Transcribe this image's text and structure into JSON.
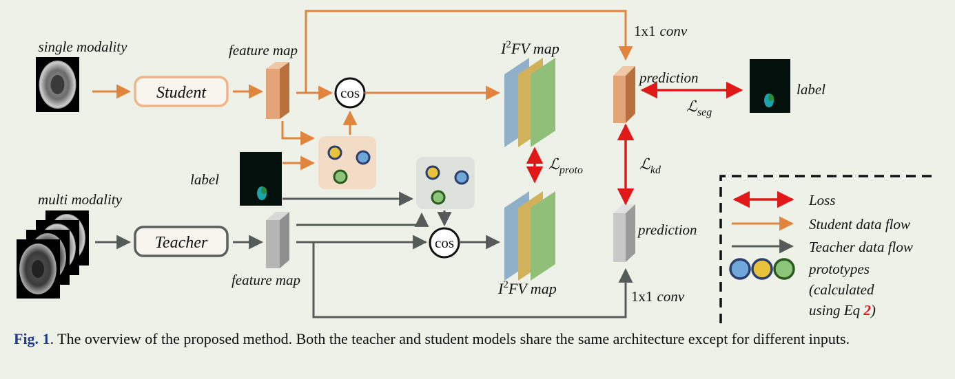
{
  "labels": {
    "single_modality": "single modality",
    "multi_modality": "multi modality",
    "student": "Student",
    "teacher": "Teacher",
    "feature_map_top": "feature map",
    "feature_map_bottom": "feature map",
    "label_middle": "label",
    "label_right": "label",
    "cos_top": "cos",
    "cos_bottom": "cos",
    "i2fv_top_i": "I",
    "i2fv_top_sup": "2",
    "i2fv_top_rest": "FV  map",
    "i2fv_bottom_i": "I",
    "i2fv_bottom_sup": "2",
    "i2fv_bottom_rest": "FV  map",
    "conv_top_num": "1x1",
    "conv_top_word": "conv",
    "conv_bottom_num": "1x1",
    "conv_bottom_word": "conv",
    "prediction_top": "prediction",
    "prediction_bottom": "prediction",
    "loss_seg_L": "ℒ",
    "loss_seg_sub": "seg",
    "loss_proto_L": "ℒ",
    "loss_proto_sub": "proto",
    "loss_kd_L": "ℒ",
    "loss_kd_sub": "kd"
  },
  "legend": {
    "loss": "Loss",
    "student_flow": "Student data flow",
    "teacher_flow": "Teacher data flow",
    "prototypes_line1": "prototypes",
    "prototypes_line2": "(calculated",
    "prototypes_line3_a": "using Eq ",
    "prototypes_line3_ref": "2",
    "prototypes_line3_b": ")"
  },
  "caption": {
    "fig_label": "Fig. 1",
    "text": ".  The overview of the proposed method.  Both the teacher and student models share the same architecture except for different inputs."
  },
  "colors": {
    "student_orange": "#e0843e",
    "teacher_gray": "#555b58",
    "loss_red": "#e01818",
    "proto_yellow": "#e8c23a",
    "proto_blue": "#6fa8d8",
    "proto_green": "#8cc47a",
    "map_blue": "#8fb0c8",
    "map_yellow": "#d1b25a",
    "map_green": "#8fbf78"
  }
}
